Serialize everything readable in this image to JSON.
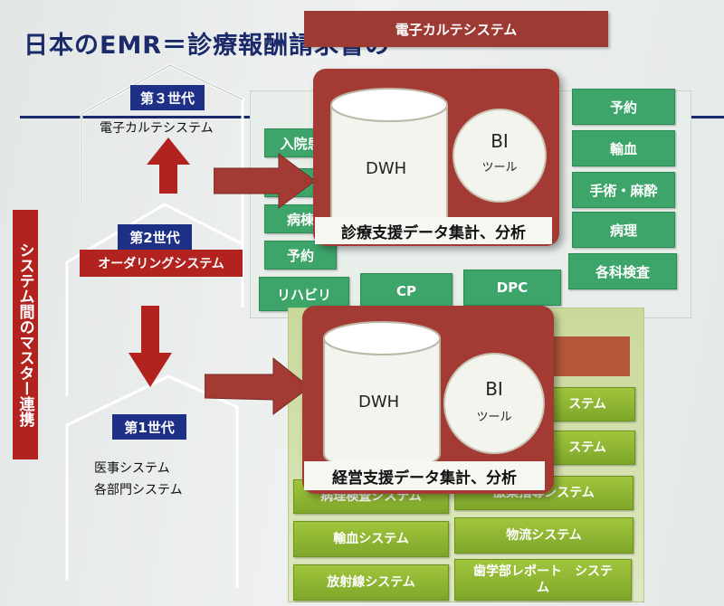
{
  "title": "日本のEMR＝診療報酬請求書の",
  "vertical_label": "システム間のマスター連携",
  "top_header": "電子カルテシステム",
  "generations": {
    "gen3": {
      "badge": "第３世代",
      "text": "電子カルテシステム"
    },
    "gen2": {
      "badge": "第2世代",
      "text": "オーダリングシステム"
    },
    "gen1": {
      "badge": "第1世代",
      "text1": "医事システム",
      "text2": "各部門システム"
    }
  },
  "emr_panel": {
    "left_col": [
      "入院患",
      "",
      "病棟",
      "予約"
    ],
    "right_col": [
      "予約",
      "輸血",
      "手術・麻酔",
      "病理",
      "各科検査"
    ],
    "bottom_row": [
      "リハビリ",
      "CP",
      "DPC"
    ]
  },
  "cards": {
    "top": {
      "dwh": "DWH",
      "bi": "BI",
      "tool": "ツール",
      "caption": "診療支援データ集計、分析"
    },
    "bottom": {
      "dwh": "DWH",
      "bi": "BI",
      "tool": "ツール",
      "caption": "経営支援データ集計、分析"
    }
  },
  "ops_panel": {
    "right_partial": [
      "ステム",
      "ステム"
    ],
    "rows": [
      [
        "病理検査システム",
        "服薬指導システム"
      ],
      [
        "輸血システム",
        "物流システム"
      ],
      [
        "放射線システム",
        "歯学部レポート　システム"
      ]
    ]
  },
  "colors": {
    "navy": "#1e2f86",
    "red": "#b2221e",
    "card": "#a33b34",
    "green": "#3da56a",
    "olive": "#8cb432"
  }
}
